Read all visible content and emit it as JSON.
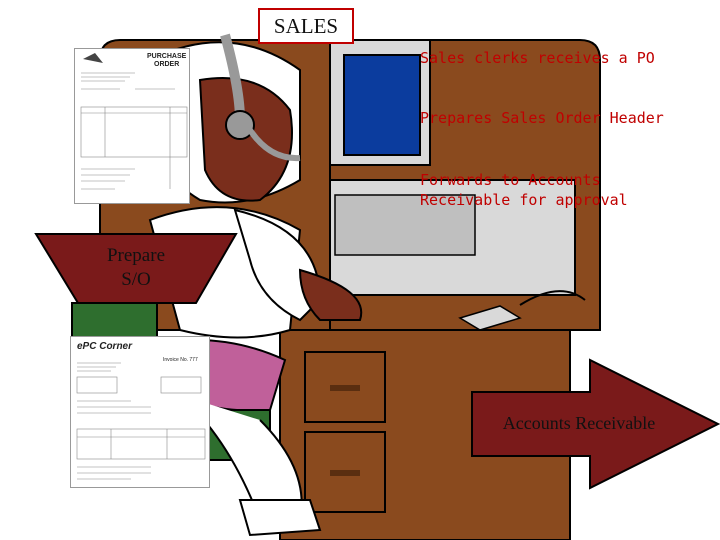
{
  "title": "SALES",
  "steps": [
    "Sales clerks receives a PO",
    "Prepares Sales Order Header",
    "Forwards to Accounts\nReceivable for approval"
  ],
  "prepare_label": "Prepare\nS/O",
  "arrow_label": "Accounts Receivable",
  "purchase_order": {
    "heading": "PURCHASE\nORDER"
  },
  "sales_order": {
    "logo": "ePC Corner",
    "number": "Invoice No. 777"
  },
  "colors": {
    "accent_red": "#c00000",
    "funnel_red": "#7a1a1a",
    "arrow_red": "#7a1a1a",
    "cubicle_brown": "#8a4a1e",
    "skin": "#7a2e1c",
    "chair_pink": "#c0609a",
    "monitor_blue": "#0b3c9e"
  }
}
